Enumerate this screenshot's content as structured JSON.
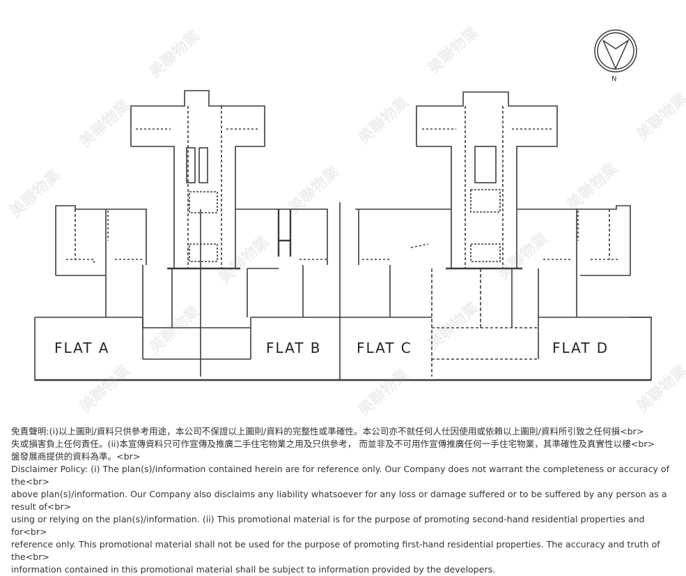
{
  "floor_plan": {
    "flats": [
      "FLAT A",
      "FLAT B",
      "FLAT C",
      "FLAT D"
    ],
    "compass_label": "N"
  },
  "watermark_text": "美聯物業",
  "disclaimer": {
    "chinese": "免責聲明:(i)以上圖則/資料只供參考用途，本公司不保證以上圖則/資料的完整性或準確性。本公司亦不就任何人仕因使用或依賴以上圖則/資料所引致之任何損<br>\n失或損害負上任何責任。(ii)本宣傳資料只可作宣傳及推廣二手住宅物業之用及只供參考， 而並非及不可用作宣傳推廣任何一手住宅物業，其準確性及真實性以樓<br>\n盤發展商提供的資料為準。<br>",
    "english": "Disclaimer Policy: (i) The plan(s)/information contained herein are for reference only. Our Company does not warrant the completeness or accuracy of the<br>\nabove plan(s)/information. Our Company also disclaims any liability whatsoever for any loss or damage suffered or to be suffered by any person as a result of<br>\nusing or relying on the plan(s)/information. (ii) This promotional material is for the purpose of promoting second-hand residential properties and for<br>\nreference only. This promotional material shall not be used for the purpose of promoting first-hand residential properties. The accuracy and truth of the<br>\ninformation contained in this promotional material shall be subject to information provided by the developers."
  },
  "colors": {
    "line": "#333333",
    "text": "#333333"
  }
}
